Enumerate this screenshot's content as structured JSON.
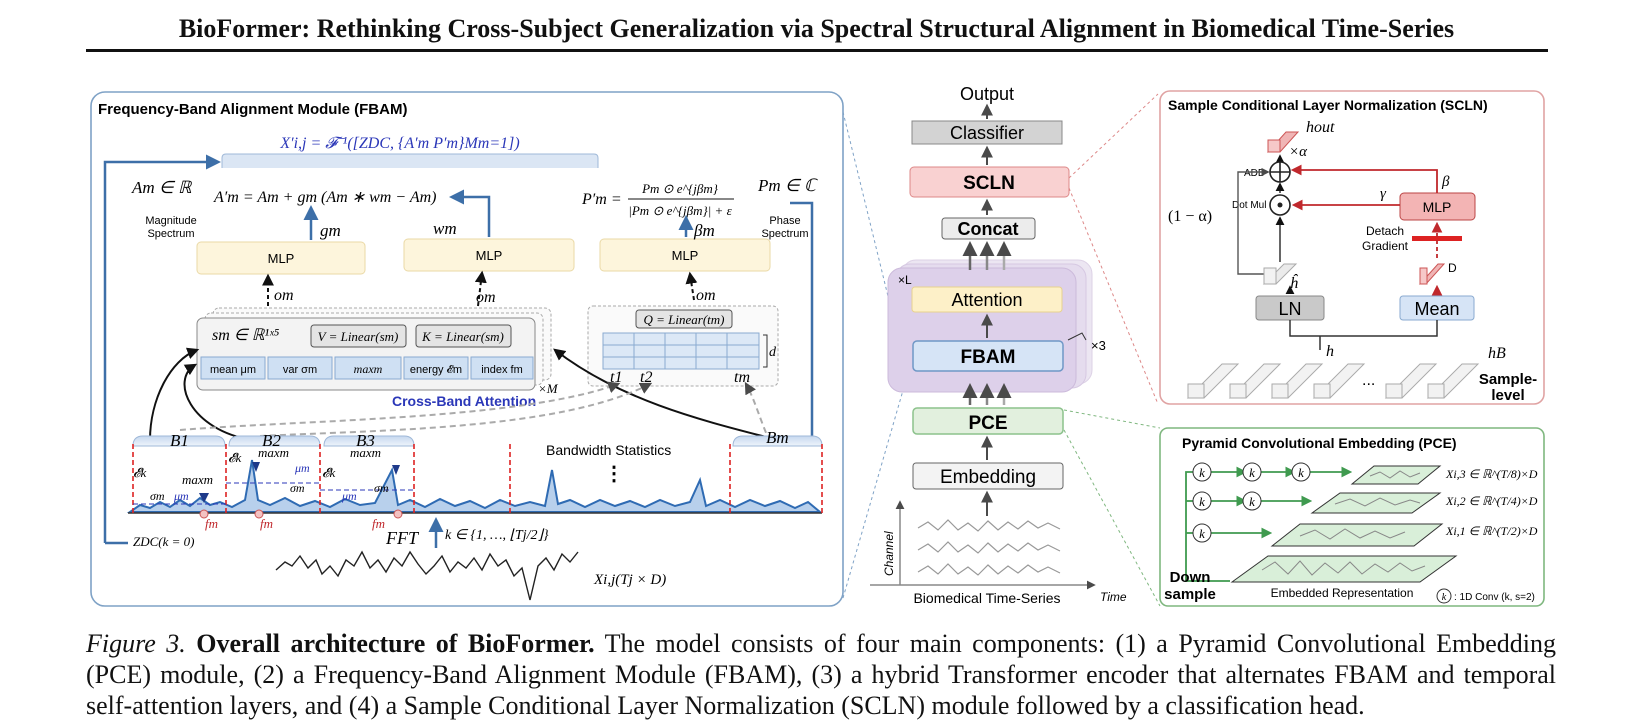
{
  "paper_title": "BioFormer: Rethinking Cross-Subject Generalization via Spectral Structural Alignment in Biomedical Time-Series",
  "fbam": {
    "title": "Frequency-Band Alignment Module (FBAM)",
    "top_formula": "X′i,j = 𝓕⁻¹([ZDC, {A′m P′m}Mm=1])",
    "am_label": "Am ∈ ℝ",
    "pm_label": "Pm ∈ ℂ",
    "mag_label_1": "Magnitude",
    "mag_label_2": "Spectrum",
    "phase_label_1": "Phase",
    "phase_label_2": "Spectrum",
    "am_formula": "A′m = Am + gm (Am ∗ wm − Am)",
    "pm_formula_lhs": "P′m =",
    "pm_formula_num": "Pm ⊙ e^{jβm}",
    "pm_formula_den": "|Pm ⊙ e^{jβm}| + ε",
    "gm": "gm",
    "wm": "wm",
    "beta": "βm",
    "mlp": "MLP",
    "om": "om",
    "sm": "sm ∈ ℝ¹ˣ⁵",
    "v_formula": "V = Linear(sm)",
    "k_formula": "K = Linear(sm)",
    "q_formula": "Q = Linear(tm)",
    "stats": [
      "mean μm",
      "var σm",
      "maxm",
      "energy 𝓔m",
      "index fm"
    ],
    "times": [
      "t1",
      "t2",
      "tm"
    ],
    "d_label": "d",
    "xm_label": "×M",
    "cross_band": "Cross-Band Attention",
    "bands": [
      "B1",
      "B2",
      "B3",
      "Bm"
    ],
    "bandwidth_stats": "Bandwidth Statistics",
    "vdots": "⋮",
    "fft": "FFT",
    "k_range": "k ∈ {1, …, ⌊Tj/2⌋}",
    "zdc": "ZDC(k = 0)",
    "xij": "Xi,j(Tj × D)",
    "spec_labels": {
      "ek": "𝓔k",
      "max": "maxm",
      "sigma": "σm",
      "mu": "μm",
      "fm": "fm"
    }
  },
  "pipeline": {
    "output": "Output",
    "classifier": "Classifier",
    "scln": "SCLN",
    "concat": "Concat",
    "attention": "Attention",
    "fbam": "FBAM",
    "xl": "×L",
    "x3": "×3",
    "pce": "PCE",
    "embedding": "Embedding",
    "axis_channel": "Channel",
    "axis_time": "Time",
    "series_label": "Biomedical Time-Series"
  },
  "scln": {
    "title": "Sample Conditional Layer Normalization (SCLN)",
    "hout": "hout",
    "alpha": "×α",
    "add": "ADD",
    "dotmul": "Dot Mul",
    "one_minus_alpha": "(1 − α)",
    "gamma": "γ",
    "beta": "β",
    "mlp": "MLP",
    "detach_1": "Detach",
    "detach_2": "Gradient",
    "d": "D",
    "hhat": "ĥ",
    "ln": "LN",
    "mean": "Mean",
    "h": "h",
    "hb": "hB",
    "dots": "...",
    "sample_1": "Sample-",
    "sample_2": "level"
  },
  "pce": {
    "title": "Pyramid Convolutional Embedding (PCE)",
    "k": "k",
    "x3": "Xi,3 ∈ ℝ^(T/8)×D",
    "x2": "Xi,2 ∈ ℝ^(T/4)×D",
    "x1": "Xi,1 ∈ ℝ^(T/2)×D",
    "down_1": "Down",
    "down_2": "sample",
    "embedded": "Embedded Representation",
    "conv_legend": ": 1D Conv (k, s=2)"
  },
  "caption": {
    "label": "Figure 3.",
    "bold": "Overall architecture of BioFormer.",
    "text": "The model consists of four main components: (1) a Pyramid Convolutional Embedding (PCE) module, (2) a Frequency-Band Alignment Module (FBAM), (3) a hybrid Transformer encoder that alternates FBAM and temporal self-attention layers, and (4) a Sample Conditional Layer Normalization (SCLN) module followed by a classification head."
  },
  "colors": {
    "fbam_blue": "#5b84b0",
    "mlp_fill": "#fdf5dc",
    "scln_red": "#e8a6a6",
    "pce_green": "#7fb77f",
    "spectrum": "#2f6bb3"
  }
}
